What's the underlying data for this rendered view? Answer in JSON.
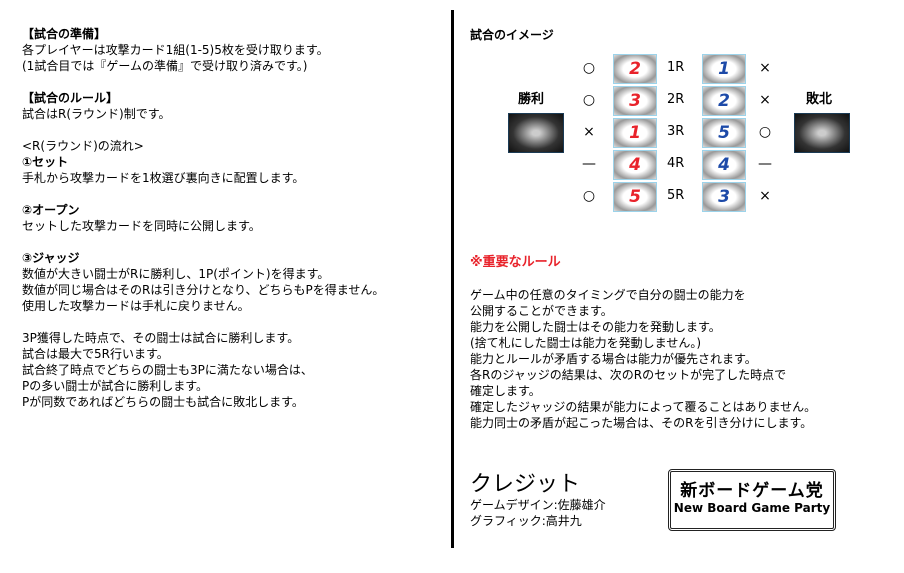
{
  "left": {
    "prep_heading": "【試合の準備】",
    "prep_lines": [
      "各プレイヤーは攻撃カード1組(1-5)5枚を受け取ります。",
      "(1試合目では『ゲームの準備』で受け取り済みです。)"
    ],
    "rule_heading": "【試合のルール】",
    "rule_line": "試合はR(ラウンド)制です。",
    "flow_heading": "<R(ラウンド)の流れ>",
    "step1_title": "①セット",
    "step1_text": "手札から攻撃カードを1枚選び裏向きに配置します。",
    "step2_title": "②オープン",
    "step2_text": "セットした攻撃カードを同時に公開します。",
    "step3_title": "③ジャッジ",
    "step3_lines": [
      "数値が大きい闘士がRに勝利し、1P(ポイント)を得ます。",
      "数値が同じ場合はそのRは引き分けとなり、どちらもPを得ません。",
      "使用した攻撃カードは手札に戻りません。"
    ],
    "win_lines": [
      "3P獲得した時点で、その闘士は試合に勝利します。",
      "試合は最大で5R行います。",
      "試合終了時点でどちらの闘士も3Pに満たない場合は、",
      "Pの多い闘士が試合に勝利します。",
      "Pが同数であればどちらの闘士も試合に敗北します。"
    ]
  },
  "image": {
    "title": "試合のイメージ",
    "winner_label": "勝利",
    "loser_label": "敗北",
    "rounds": [
      {
        "label": "1R",
        "left_mark": "○",
        "left_card": "2",
        "right_card": "1",
        "right_mark": "×"
      },
      {
        "label": "2R",
        "left_mark": "○",
        "left_card": "3",
        "right_card": "2",
        "right_mark": "×"
      },
      {
        "label": "3R",
        "left_mark": "×",
        "left_card": "1",
        "right_card": "5",
        "right_mark": "○"
      },
      {
        "label": "4R",
        "left_mark": "—",
        "left_card": "4",
        "right_card": "4",
        "right_mark": "—"
      },
      {
        "label": "5R",
        "left_mark": "○",
        "left_card": "5",
        "right_card": "3",
        "right_mark": "×"
      }
    ]
  },
  "important": {
    "heading": "※重要なルール",
    "lines": [
      "ゲーム中の任意のタイミングで自分の闘士の能力を",
      "公開することができます。",
      "能力を公開した闘士はその能力を発動します。",
      "(捨て札にした闘士は能力を発動しません。)",
      "能力とルールが矛盾する場合は能力が優先されます。",
      "各Rのジャッジの結果は、次のRのセットが完了した時点で",
      "確定します。",
      "確定したジャッジの結果が能力によって覆ることはありません。",
      "能力同士の矛盾が起こった場合は、そのRを引き分けにします。"
    ]
  },
  "credits": {
    "title": "クレジット",
    "design": "ゲームデザイン:佐藤雄介",
    "graphic": "グラフィック:高井九"
  },
  "logo": {
    "jp": "新ボードゲーム党",
    "en": "New Board Game Party"
  },
  "colors": {
    "red": "#e8232b",
    "blue": "#1d4aa8"
  }
}
